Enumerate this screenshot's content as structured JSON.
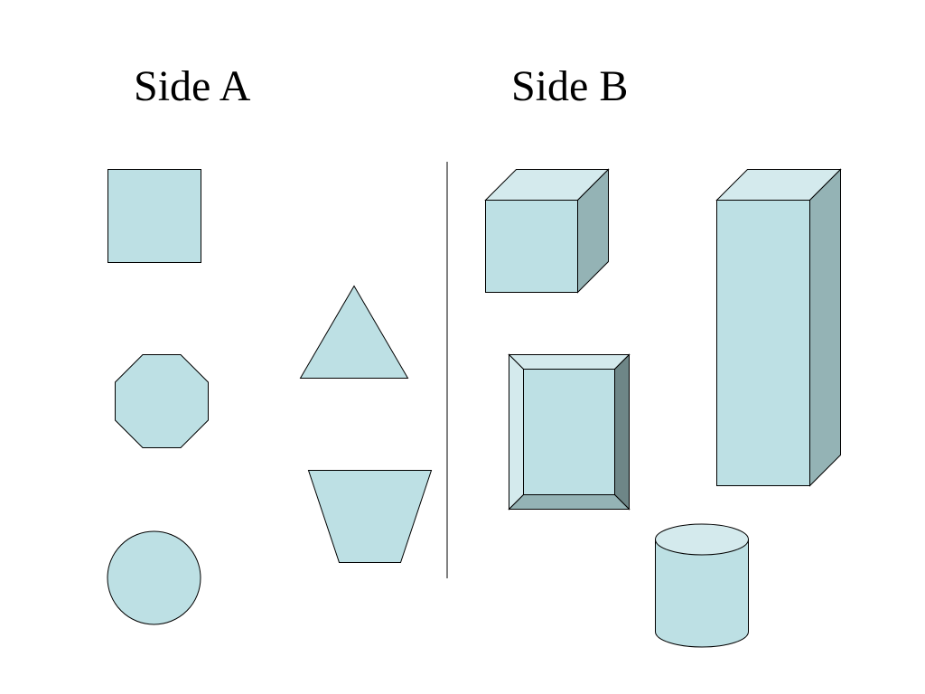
{
  "slide": {
    "side_a_label": "Side A",
    "side_b_label": "Side B"
  },
  "colors": {
    "fill": "#bde0e4",
    "fill_light": "#d4eaed",
    "fill_dark": "#94b3b5",
    "fill_darker": "#6e8687",
    "outline": "#000000",
    "background": "#ffffff"
  },
  "side_a": {
    "shapes": [
      "square",
      "octagon",
      "circle",
      "triangle",
      "trapezoid"
    ]
  },
  "side_b": {
    "shapes": [
      "cube",
      "beveled-rectangle",
      "tall-rectangular-prism",
      "cylinder"
    ]
  }
}
